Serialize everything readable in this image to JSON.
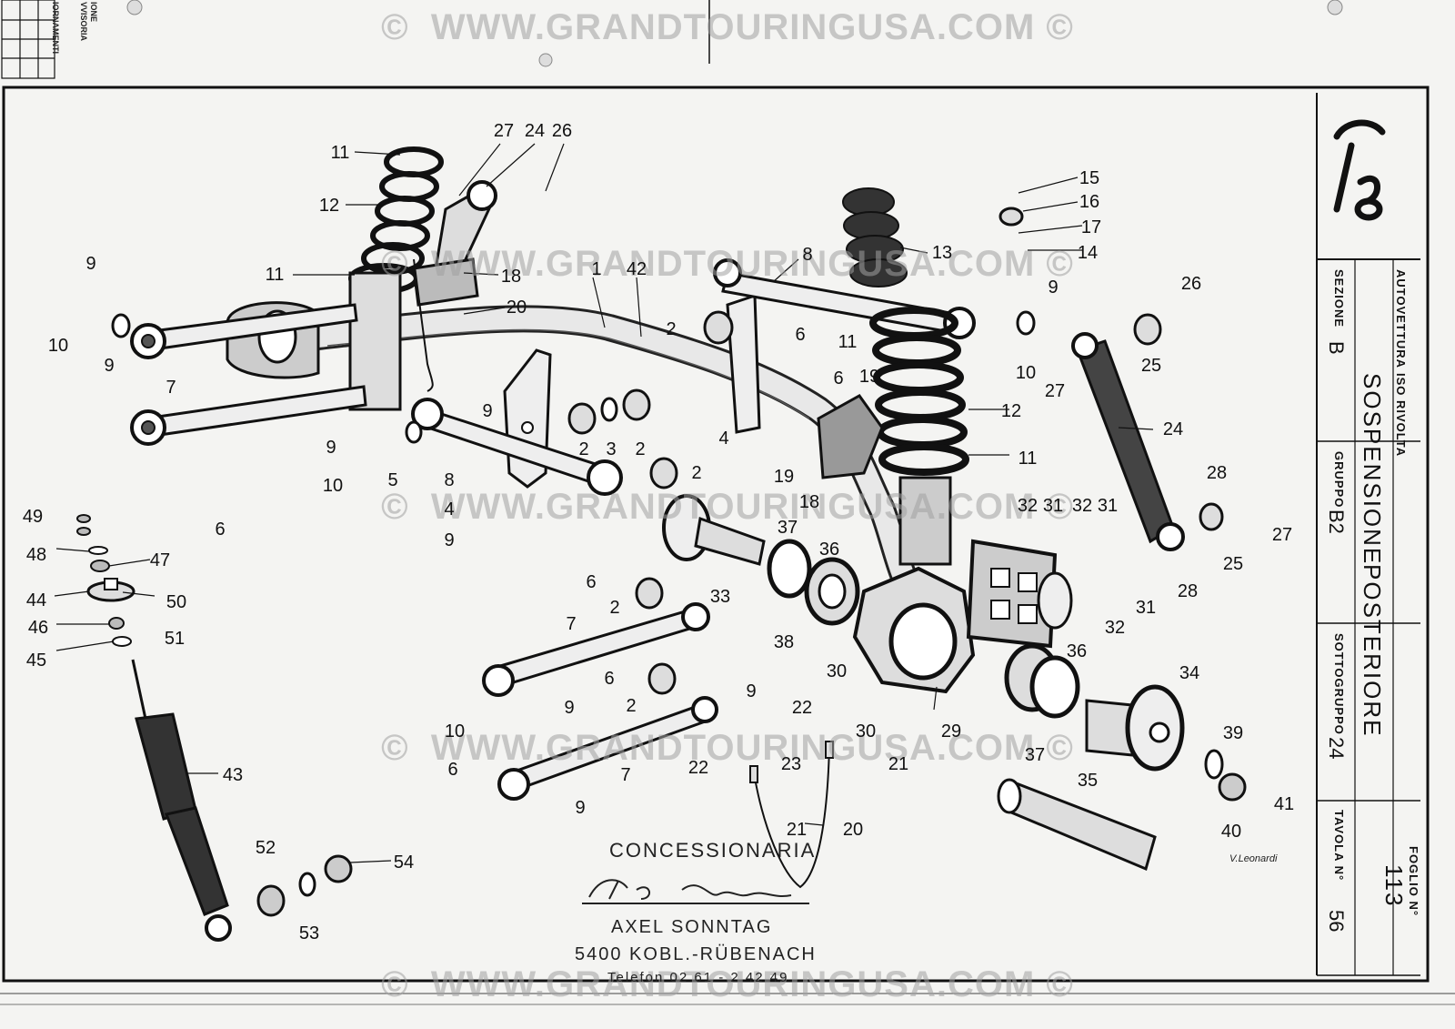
{
  "watermark": "©  WWW.GRANDTOURINGUSA.COM ©",
  "title_block": {
    "autovettura_label": "AUTOVETTURA",
    "autovettura_value": "ISO RIVOLTA",
    "sezione_label": "SEZIONE",
    "sezione_value": "B",
    "gruppo_label": "GRUPPO",
    "gruppo_value": "B2",
    "sottogruppo_label": "SOTTOGRUPPO",
    "sottogruppo_value": "24",
    "title_line1": "SOSPENSIONE",
    "title_line2": "POSTERIORE",
    "tavola_label": "TAVOLA N°",
    "tavola_value": "56",
    "foglio_label": "FOGLIO N°",
    "foglio_value": "113"
  },
  "edge_text": [
    "IONE",
    "VVISORIA",
    "IORNAMENTI"
  ],
  "dealer_stamp": {
    "line1": "CONCESSIONARIA",
    "line3": "AXEL SONNTAG",
    "line4": "5400 KOBL.-RÜBENACH",
    "line5": "Telefon 02 61 - 2 42 49"
  },
  "signature": "V.Leonardi",
  "callouts": [
    "1",
    "2",
    "3",
    "4",
    "5",
    "6",
    "7",
    "8",
    "9",
    "10",
    "11",
    "12",
    "13",
    "14",
    "15",
    "16",
    "17",
    "18",
    "19",
    "20",
    "21",
    "22",
    "23",
    "24",
    "25",
    "26",
    "27",
    "28",
    "29",
    "30",
    "31",
    "32",
    "33",
    "34",
    "35",
    "36",
    "37",
    "38",
    "39",
    "40",
    "41",
    "42",
    "43",
    "44",
    "45",
    "46",
    "47",
    "48",
    "49",
    "50",
    "51",
    "52",
    "53",
    "54"
  ]
}
